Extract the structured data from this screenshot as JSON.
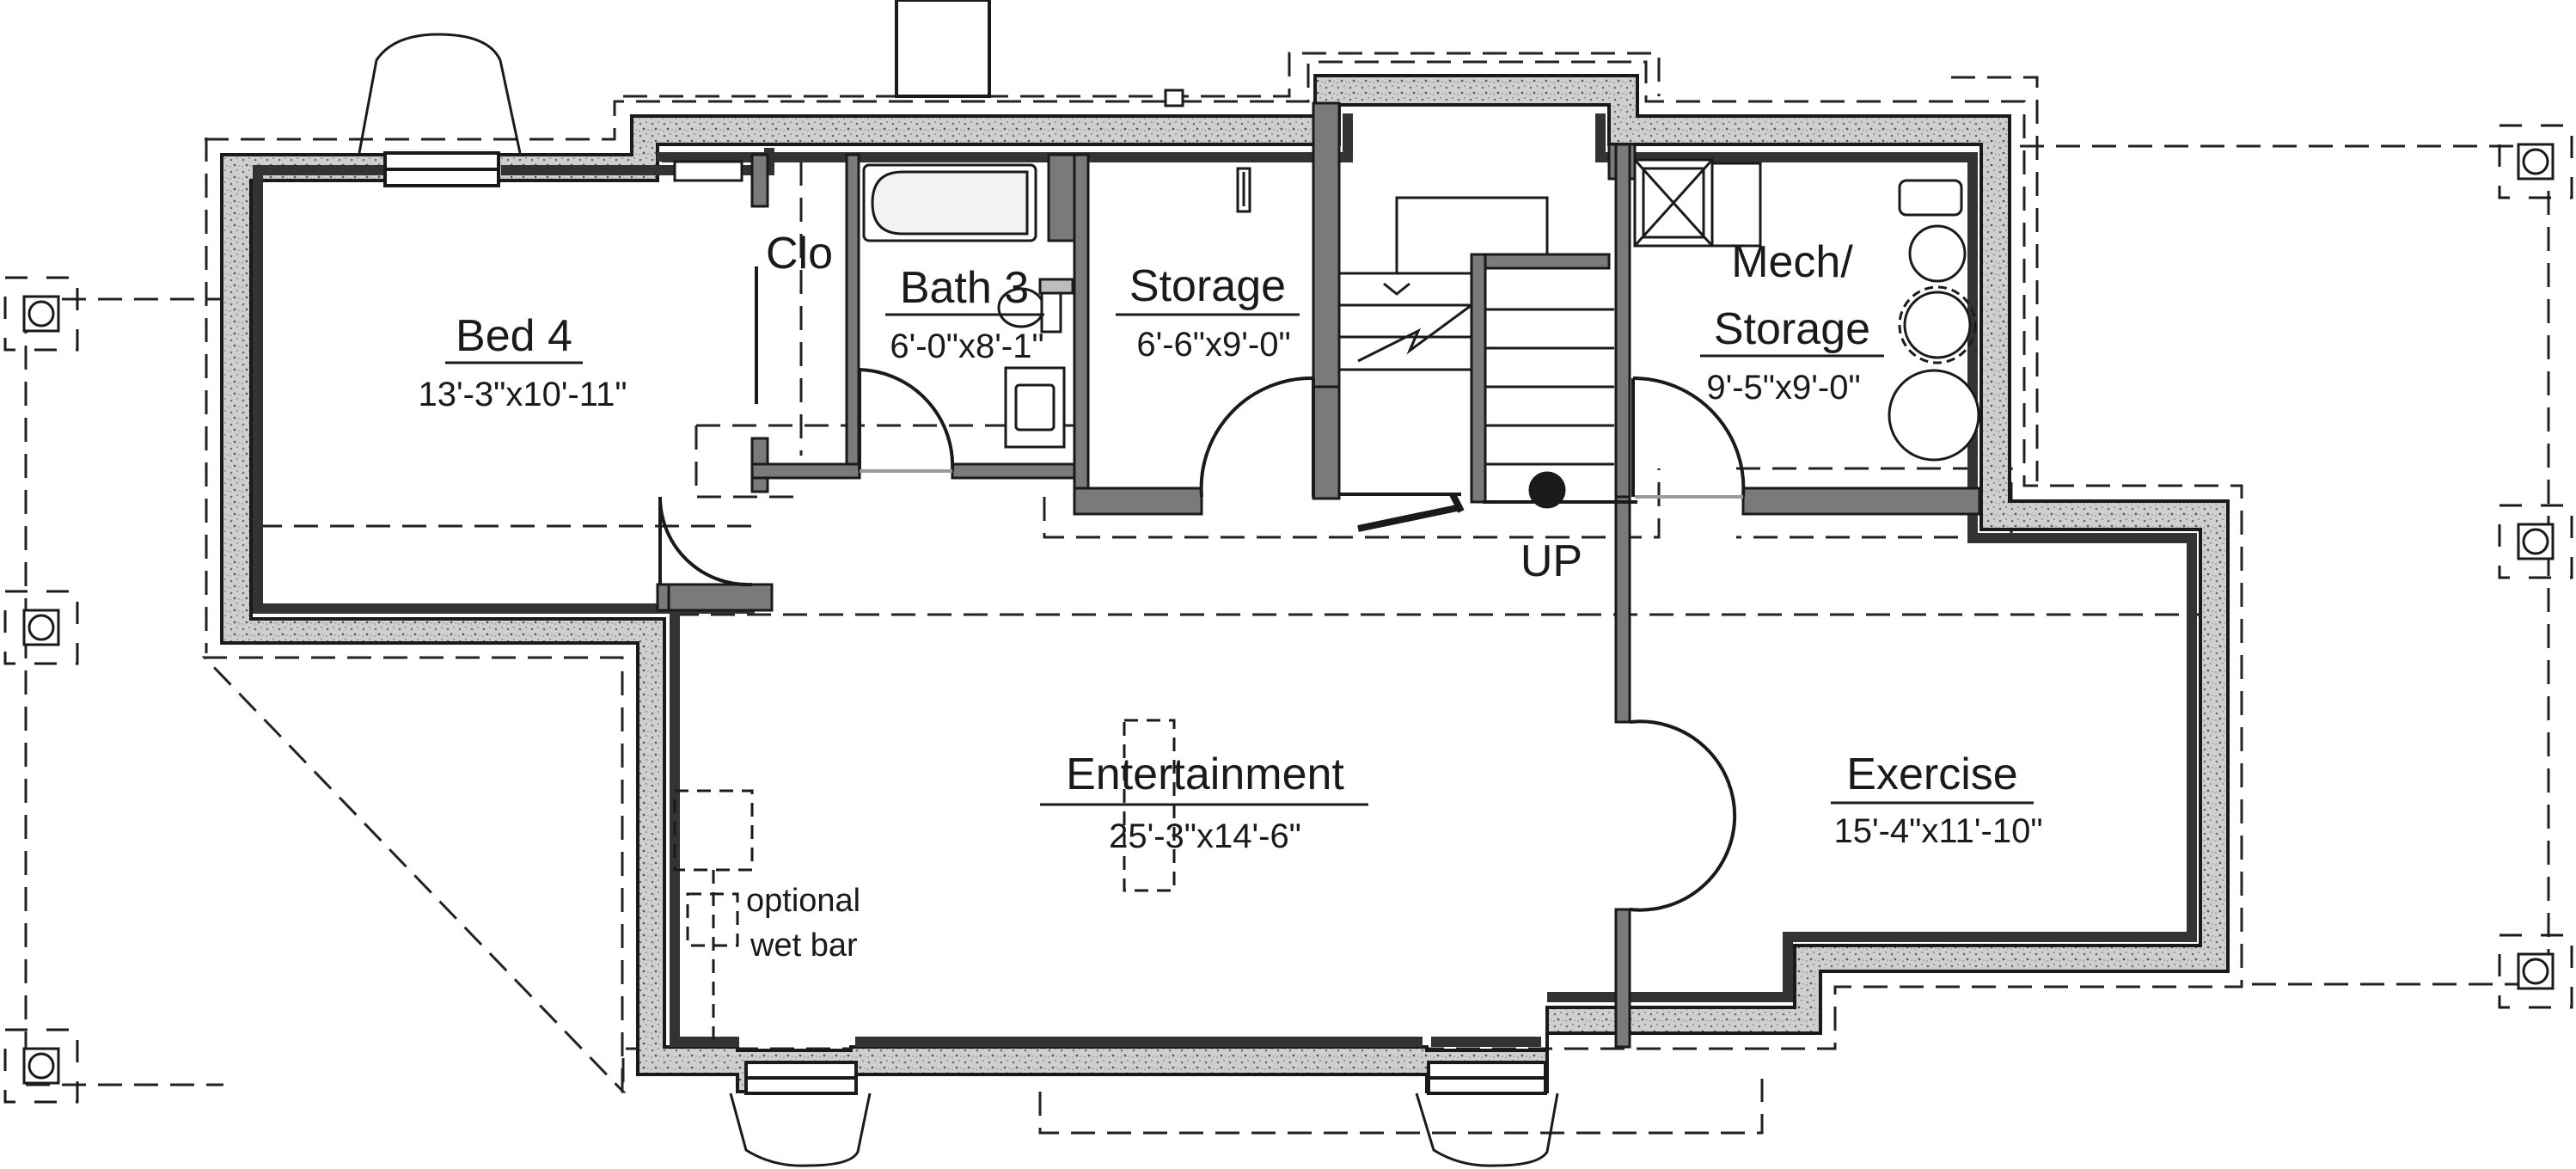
{
  "colors": {
    "wall_fill": "#bdbdbd",
    "wall_edge": "#1a1a1a",
    "inner_wall": "#7a7a7a",
    "dash_line": "#222222",
    "background": "#ffffff"
  },
  "rooms": {
    "bed4": {
      "name": "Bed 4",
      "dims": "13'-3\"x10'-11\""
    },
    "closet": {
      "name": "Clo"
    },
    "bath3": {
      "name": "Bath 3",
      "dims": "6'-0\"x8'-1\""
    },
    "storage": {
      "name": "Storage",
      "dims": "6'-6\"x9'-0\""
    },
    "mech_storage": {
      "name_line1": "Mech/",
      "name_line2": "Storage",
      "dims": "9'-5\"x9'-0\""
    },
    "entertainment": {
      "name": "Entertainment",
      "dims": "25'-3\"x14'-6\""
    },
    "exercise": {
      "name": "Exercise",
      "dims": "15'-4\"x11'-10\""
    }
  },
  "stairs": {
    "label": "UP"
  },
  "wet_bar": {
    "line1": "optional",
    "line2": "wet bar"
  },
  "icons": [
    "bathtub-icon",
    "toilet-icon",
    "sink-icon",
    "water-heater-icon",
    "furnace-icon",
    "column-icon",
    "stair-arrow-icon"
  ]
}
